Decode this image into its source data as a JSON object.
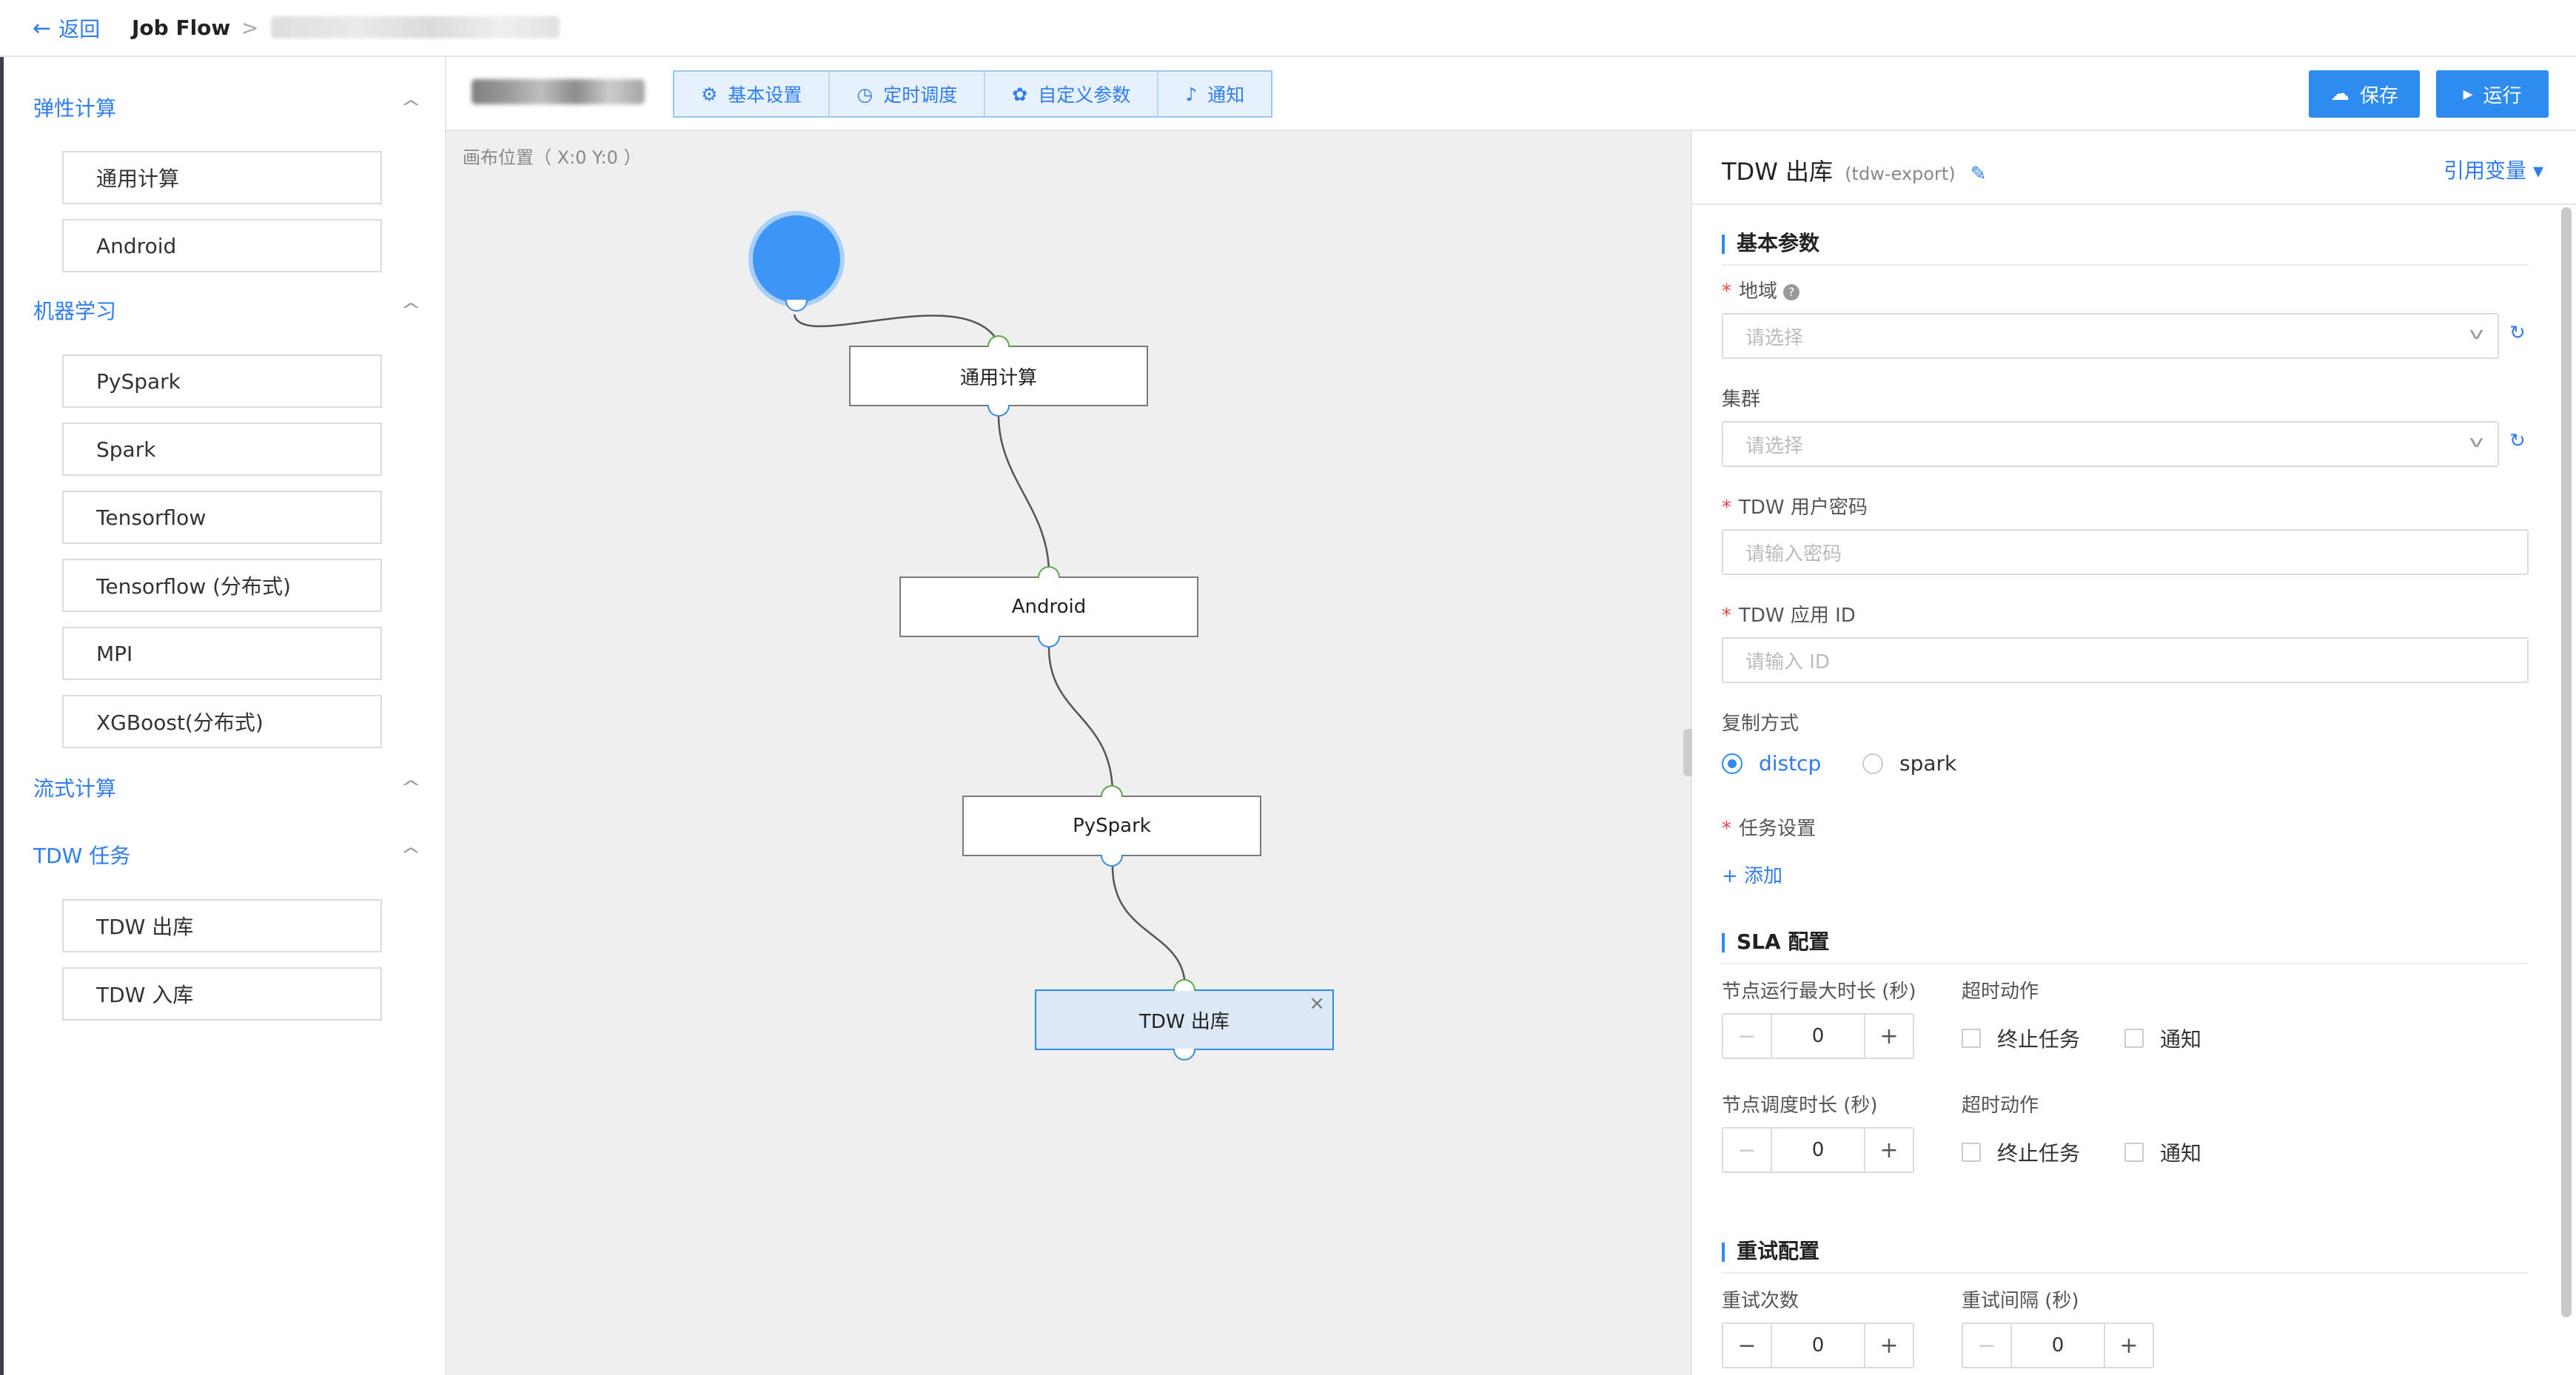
{
  "header": {
    "back_label": "返回",
    "title": "Job Flow",
    "separator": ">"
  },
  "sidebar": {
    "groups": [
      {
        "label": "弹性计算",
        "items": [
          "通用计算",
          "Android"
        ]
      },
      {
        "label": "机器学习",
        "items": [
          "PySpark",
          "Spark",
          "Tensorflow",
          "Tensorflow (分布式)",
          "MPI",
          "XGBoost(分布式)"
        ]
      },
      {
        "label": "流式计算",
        "items": []
      },
      {
        "label": "TDW 任务",
        "items": [
          "TDW 出库",
          "TDW 入库"
        ]
      }
    ]
  },
  "toolbar": {
    "tabs": [
      "基本设置",
      "定时调度",
      "自定义参数",
      "通知"
    ],
    "save_label": "保存",
    "run_label": "运行"
  },
  "canvas": {
    "position_label": "画布位置（ X:0   Y:0   ）",
    "nodes": [
      "通用计算",
      "Android",
      "PySpark",
      "TDW 出库"
    ],
    "close_symbol": "×"
  },
  "panel": {
    "title": "TDW 出库",
    "subtitle": "(tdw-export)",
    "ref_vars": "引用变量",
    "basic_section": "基本参数",
    "region_label": "地域",
    "region_placeholder": "请选择",
    "cluster_label": "集群",
    "cluster_placeholder": "请选择",
    "pwd_label": "TDW 用户密码",
    "pwd_placeholder": "请输入密码",
    "appid_label": "TDW 应用 ID",
    "appid_placeholder": "请输入 ID",
    "copy_label": "复制方式",
    "copy_options": [
      "distcp",
      "spark"
    ],
    "copy_selected": "distcp",
    "task_label": "任务设置",
    "add_label": "+ 添加",
    "sla_section": "SLA 配置",
    "max_run_label": "节点运行最大时长 (秒)",
    "timeout_action_label": "超时动作",
    "max_run_value": "0",
    "stop_task_label": "终止任务",
    "notify_label": "通知",
    "sched_label": "节点调度时长 (秒)",
    "sched_value": "0",
    "retry_section": "重试配置",
    "retry_count_label": "重试次数",
    "retry_count_value": "0",
    "retry_interval_label": "重试间隔 (秒)",
    "retry_interval_value": "0"
  },
  "colors": {
    "accent": "#2e8cf0",
    "link": "#2e7cf6",
    "canvas_bg": "#efefef"
  }
}
